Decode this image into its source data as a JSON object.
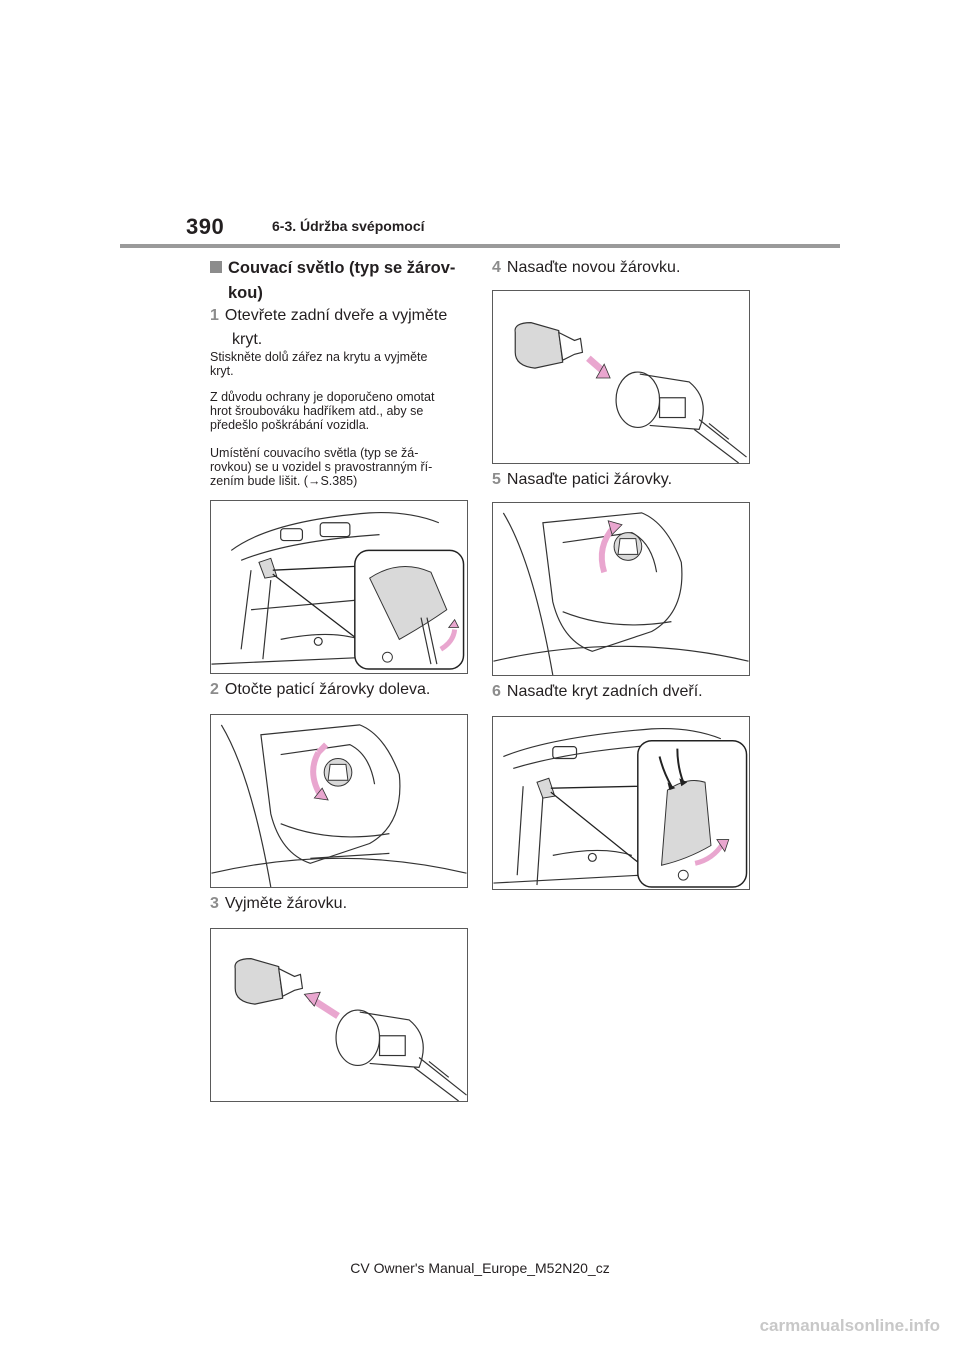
{
  "header": {
    "page_number": "390",
    "section": "6-3. Údržba svépomocí"
  },
  "heading": {
    "line1": "Couvací světlo (typ se žárov-",
    "line2": "kou)"
  },
  "steps": [
    {
      "num": "1",
      "line1": "Otevřete zadní dveře a vyjměte",
      "line2": "kryt."
    },
    {
      "num": "2",
      "text": "Otočte paticí žárovky doleva."
    },
    {
      "num": "3",
      "text": "Vyjměte žárovku."
    },
    {
      "num": "4",
      "text": "Nasaďte novou žárovku."
    },
    {
      "num": "5",
      "text": "Nasaďte patici žárovky."
    },
    {
      "num": "6",
      "text": "Nasaďte kryt zadních dveří."
    }
  ],
  "notes": [
    {
      "line1": "Stiskněte dolů zářez na krytu a vyjměte",
      "line2": "kryt."
    },
    {
      "line1": "Z důvodu ochrany je doporučeno omotat",
      "line2": "hrot šroubováku hadříkem atd., aby se",
      "line3": "předešlo poškrábání vozidla."
    },
    {
      "line1": "Umístění couvacího světla (typ se žá-",
      "line2": "rovkou) se u vozidel s pravostranným ří-",
      "line3": "zením bude lišit. (→S.385)"
    }
  ],
  "footer": "CV Owner's Manual_Europe_M52N20_cz",
  "watermark": "carmanualsonline.info",
  "colors": {
    "arrow": "#e9a6cf",
    "rule": "#9a9a9a",
    "step_number": "#8c8c8c",
    "part_fill": "#d9d9d9"
  }
}
